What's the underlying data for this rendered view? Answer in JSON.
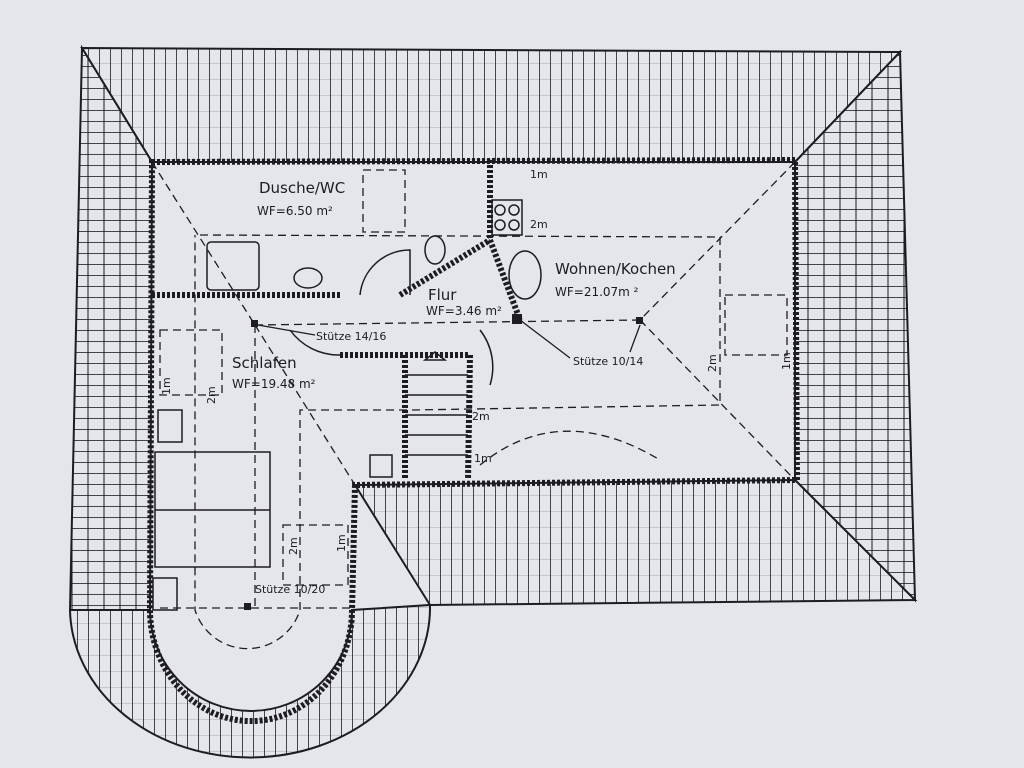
{
  "plan": {
    "rooms": [
      {
        "name": "Dusche/WC",
        "area": "WF=6.50 m²"
      },
      {
        "name": "Flur",
        "area": "WF=3.46 m²"
      },
      {
        "name": "Wohnen/Kochen",
        "area": "WF=21.07m ²"
      },
      {
        "name": "Schlafen",
        "area": "WF=19.48 m²"
      }
    ],
    "supports": [
      "Stütze 14/16",
      "Stütze 10/14",
      "Stütze 10/20"
    ],
    "dimensions": {
      "one_m": "1m",
      "two_m": "2m"
    }
  },
  "colors": {
    "paper": "#e4e6ec",
    "ink": "#1c1c22"
  }
}
